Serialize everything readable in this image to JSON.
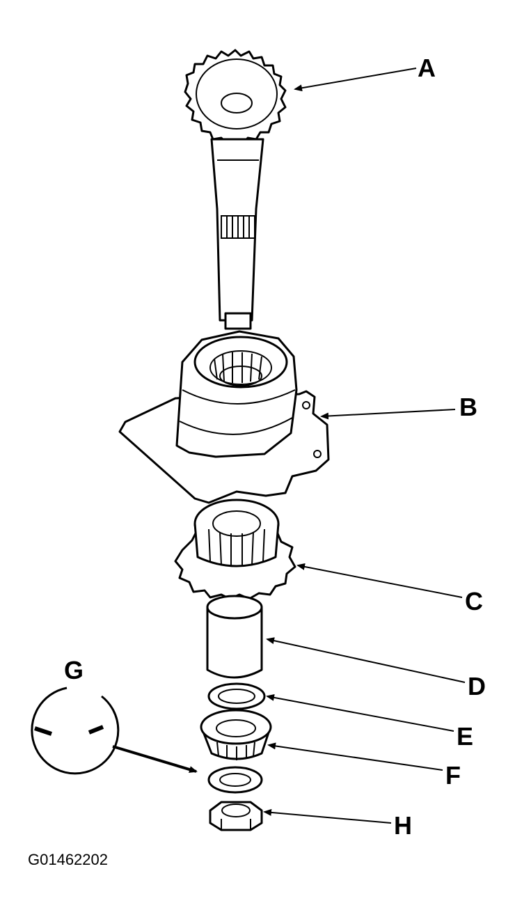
{
  "diagram": {
    "labels": {
      "a": "A",
      "b": "B",
      "c": "C",
      "d": "D",
      "e": "E",
      "f": "F",
      "g": "G",
      "h": "H"
    },
    "figure_code": "G01462202"
  }
}
